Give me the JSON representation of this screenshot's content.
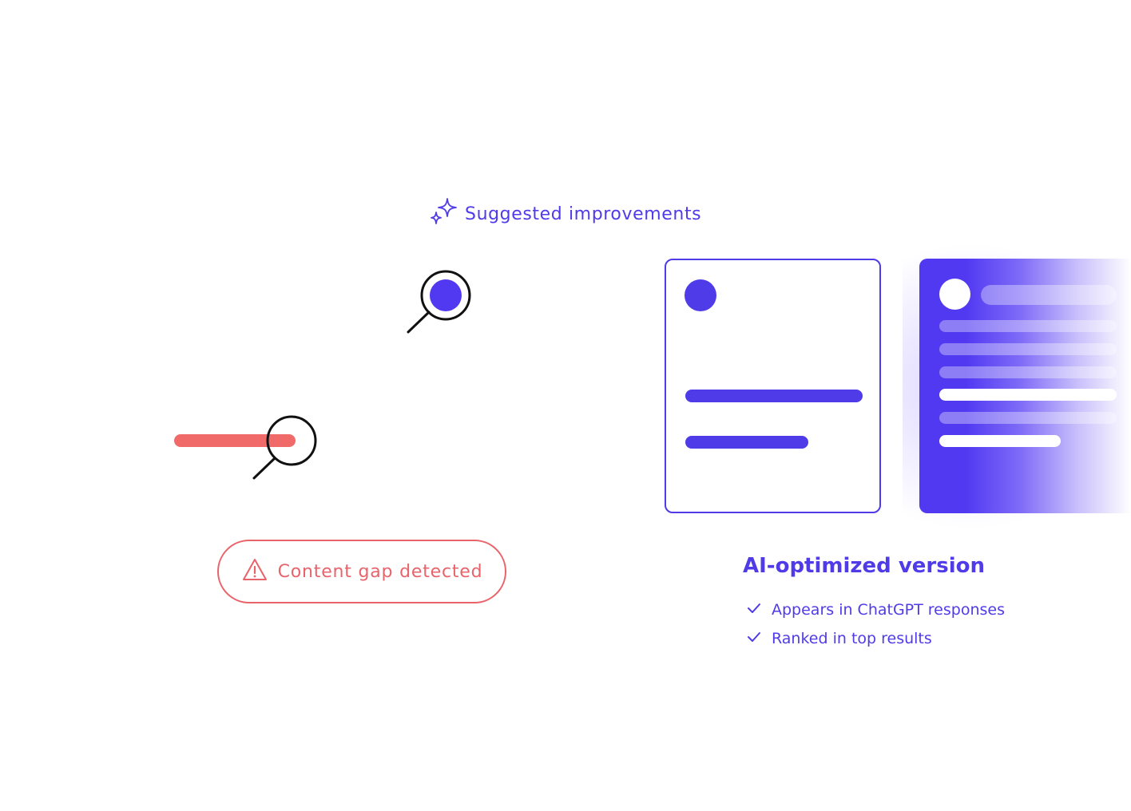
{
  "suggestion": {
    "icon": "sparkle-icon",
    "label": "Suggested improvements"
  },
  "content_gap": {
    "icon": "warning-triangle-icon",
    "label": "Content gap detected"
  },
  "optimized": {
    "title": "AI-optimized version",
    "checks": [
      "Appears in ChatGPT responses",
      "Ranked in top results"
    ]
  },
  "colors": {
    "accent": "#4f3be8",
    "alert": "#e8646a",
    "gap_bar": "#f06a6a"
  }
}
